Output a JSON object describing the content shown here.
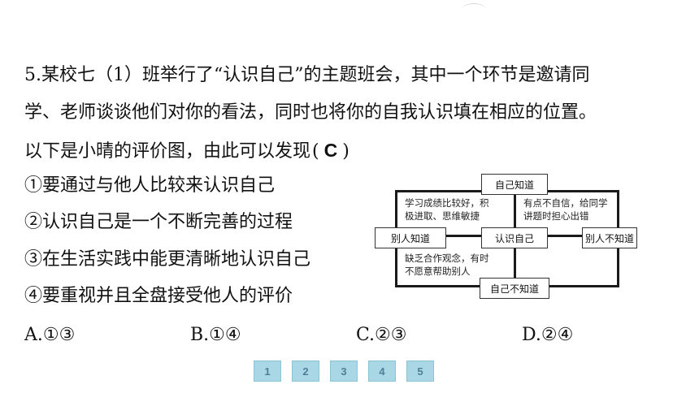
{
  "question": {
    "line1": "5.某校七（1）班举行了“认识自己”的主题班会，其中一个环节是邀请同",
    "line2": "学、老师谈谈他们对你的看法，同时也将你的自我认识填在相应的位置。",
    "line3_prefix": "以下是小晴的评价图，由此可以发现",
    "paren_open": "(",
    "answer": "C",
    "paren_close": ")"
  },
  "statements": [
    "①要通过与他人比较来认识自己",
    "②认识自己是一个不断完善的过程",
    "③在生活实践中能更清晰地认识自己",
    "④要重视并且全盘接受他人的评价"
  ],
  "options": [
    "A.①③",
    "B.①④",
    "C.②③",
    "D.②④"
  ],
  "diagram": {
    "top_label": "自己知道",
    "bottom_label": "自己不知道",
    "left_label": "别人知道",
    "right_label": "别人不知道",
    "center_label": "认识自己",
    "cell_top_left": "学习成绩比较好，积\n极进取、思维敏捷",
    "cell_top_right": "有点不自信，给同学\n讲题时担心出错",
    "cell_bottom_left": "缺乏合作观念，有时\n不愿意帮助别人"
  },
  "pager": [
    "1",
    "2",
    "3",
    "4",
    "5"
  ]
}
